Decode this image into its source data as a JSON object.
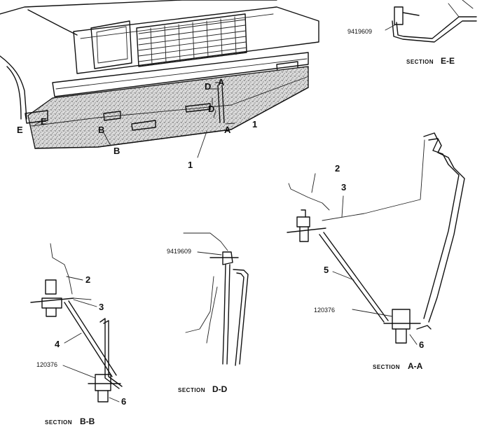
{
  "callouts": {
    "view_d_top": "D",
    "view_a_top": "A",
    "view_d_bottom": "D",
    "view_a_bottom": "A",
    "view_e_left": "E",
    "view_e_right": "E",
    "view_b_left": "B",
    "view_b_bottom": "B",
    "item_1_right": "1",
    "item_1_bottom": "1"
  },
  "section_ee": {
    "part_number": "9419609",
    "word": "SECTION",
    "letter": "E-E"
  },
  "section_aa": {
    "items": {
      "i2": "2",
      "i3": "3",
      "i5": "5",
      "i6": "6"
    },
    "part_number": "120376",
    "word": "SECTION",
    "letter": "A-A"
  },
  "section_dd": {
    "part_number": "9419609",
    "word": "SECTION",
    "letter": "D-D"
  },
  "section_bb": {
    "items": {
      "i2": "2",
      "i3": "3",
      "i4": "4",
      "i6": "6"
    },
    "part_number": "120376",
    "word": "SECTION",
    "letter": "B-B"
  }
}
